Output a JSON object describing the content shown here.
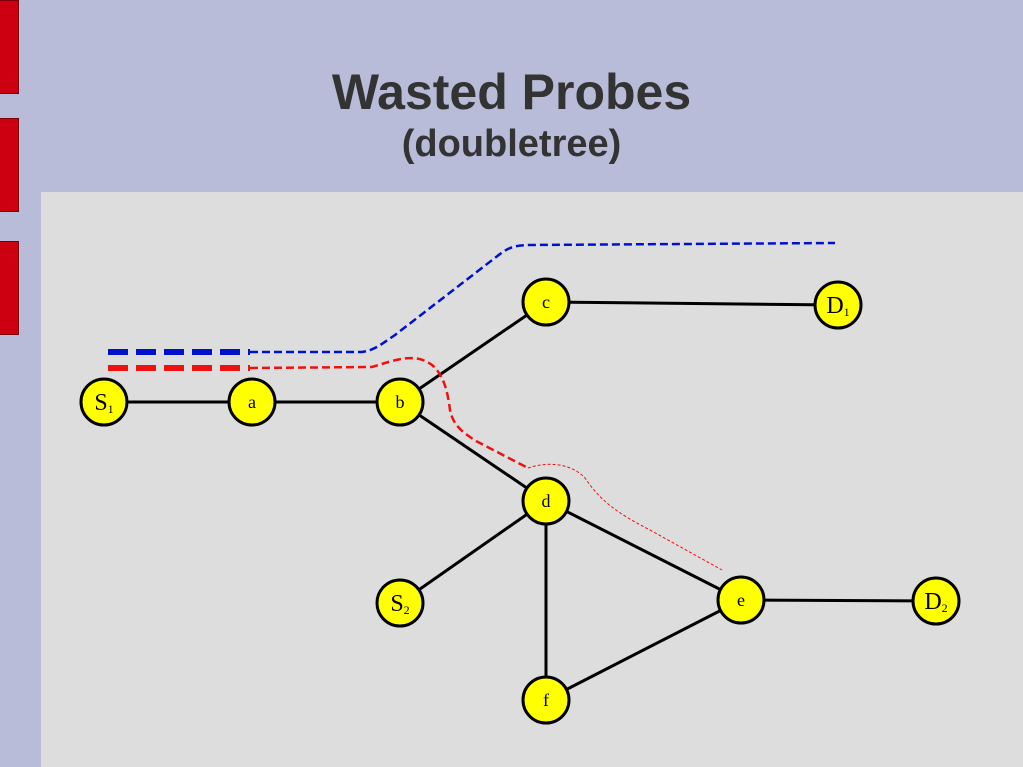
{
  "slide": {
    "title": "Wasted Probes",
    "subtitle": "(doubletree)"
  },
  "colors": {
    "background": "#b8bcd8",
    "panel": "#dddddd",
    "accent": "#cc0011",
    "node_fill": "#ffff00",
    "edge": "#000000",
    "probe_path_1": "#0011cc",
    "probe_path_2": "#ee1111"
  },
  "nodes": [
    {
      "id": "S1",
      "label": "S",
      "sub": "1"
    },
    {
      "id": "a",
      "label": "a",
      "sub": ""
    },
    {
      "id": "b",
      "label": "b",
      "sub": ""
    },
    {
      "id": "c",
      "label": "c",
      "sub": ""
    },
    {
      "id": "D1",
      "label": "D",
      "sub": "1"
    },
    {
      "id": "d",
      "label": "d",
      "sub": ""
    },
    {
      "id": "S2",
      "label": "S",
      "sub": "2"
    },
    {
      "id": "e",
      "label": "e",
      "sub": ""
    },
    {
      "id": "D2",
      "label": "D",
      "sub": "2"
    },
    {
      "id": "f",
      "label": "f",
      "sub": ""
    }
  ],
  "edges": [
    [
      "S1",
      "a"
    ],
    [
      "a",
      "b"
    ],
    [
      "b",
      "c"
    ],
    [
      "c",
      "D1"
    ],
    [
      "b",
      "d"
    ],
    [
      "d",
      "S2"
    ],
    [
      "d",
      "e"
    ],
    [
      "d",
      "f"
    ],
    [
      "f",
      "e"
    ],
    [
      "e",
      "D2"
    ]
  ],
  "probe_paths": [
    {
      "id": "probe-path-blue",
      "color": "#0011cc",
      "to": "D1"
    },
    {
      "id": "probe-path-red",
      "color": "#ee1111",
      "to": "e"
    }
  ]
}
